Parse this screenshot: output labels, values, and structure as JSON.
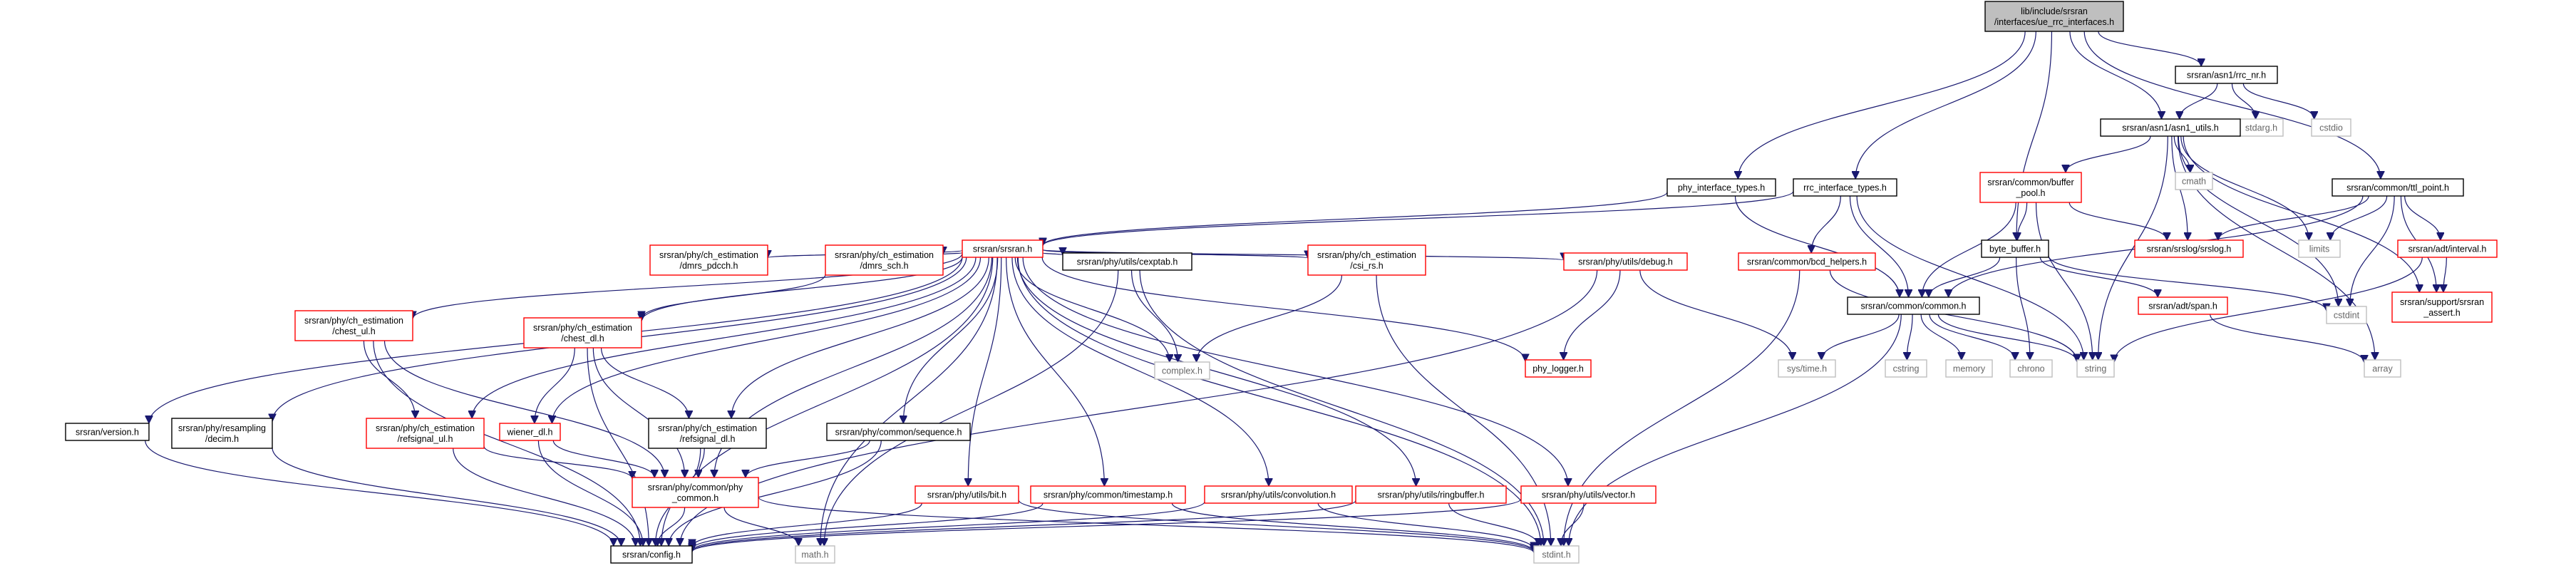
{
  "graph": {
    "title": "lib/include/srsran/interfaces/ue_rrc_interfaces.h",
    "nodes": [
      {
        "id": "root",
        "lines": [
          "lib/include/srsran",
          "/interfaces/ue_rrc_interfaces.h"
        ],
        "style": "root"
      },
      {
        "id": "rrc_nr",
        "lines": [
          "srsran/asn1/rrc_nr.h"
        ],
        "style": "black"
      },
      {
        "id": "stdarg",
        "lines": [
          "stdarg.h"
        ],
        "style": "gray"
      },
      {
        "id": "cstdio",
        "lines": [
          "cstdio"
        ],
        "style": "gray"
      },
      {
        "id": "asn1_utils",
        "lines": [
          "srsran/asn1/asn1_utils.h"
        ],
        "style": "black"
      },
      {
        "id": "cmath",
        "lines": [
          "cmath"
        ],
        "style": "gray"
      },
      {
        "id": "buffer_pool",
        "lines": [
          "srsran/common/buffer",
          "_pool.h"
        ],
        "style": "red"
      },
      {
        "id": "ttl_point",
        "lines": [
          "srsran/common/ttl_point.h"
        ],
        "style": "black"
      },
      {
        "id": "phy_interface_types",
        "lines": [
          "phy_interface_types.h"
        ],
        "style": "black"
      },
      {
        "id": "rrc_interface_types",
        "lines": [
          "rrc_interface_types.h"
        ],
        "style": "black"
      },
      {
        "id": "byte_buffer",
        "lines": [
          "byte_buffer.h"
        ],
        "style": "black"
      },
      {
        "id": "srslog",
        "lines": [
          "srsran/srslog/srslog.h"
        ],
        "style": "red"
      },
      {
        "id": "limits",
        "lines": [
          "limits"
        ],
        "style": "gray"
      },
      {
        "id": "interval",
        "lines": [
          "srsran/adt/interval.h"
        ],
        "style": "red"
      },
      {
        "id": "srsran_h",
        "lines": [
          "srsran/srsran.h"
        ],
        "style": "red"
      },
      {
        "id": "dmrs_pdcch",
        "lines": [
          "srsran/phy/ch_estimation",
          "/dmrs_pdcch.h"
        ],
        "style": "red"
      },
      {
        "id": "dmrs_sch",
        "lines": [
          "srsran/phy/ch_estimation",
          "/dmrs_sch.h"
        ],
        "style": "red"
      },
      {
        "id": "cexptab",
        "lines": [
          "srsran/phy/utils/cexptab.h"
        ],
        "style": "black"
      },
      {
        "id": "csi_rs",
        "lines": [
          "srsran/phy/ch_estimation",
          "/csi_rs.h"
        ],
        "style": "red"
      },
      {
        "id": "debug",
        "lines": [
          "srsran/phy/utils/debug.h"
        ],
        "style": "red"
      },
      {
        "id": "bcd_helpers",
        "lines": [
          "srsran/common/bcd_helpers.h"
        ],
        "style": "red"
      },
      {
        "id": "common_h",
        "lines": [
          "srsran/common/common.h"
        ],
        "style": "black"
      },
      {
        "id": "span",
        "lines": [
          "srsran/adt/span.h"
        ],
        "style": "red"
      },
      {
        "id": "cstdint",
        "lines": [
          "cstdint"
        ],
        "style": "gray"
      },
      {
        "id": "srsran_assert",
        "lines": [
          "srsran/support/srsran",
          "_assert.h"
        ],
        "style": "red"
      },
      {
        "id": "chest_ul",
        "lines": [
          "srsran/phy/ch_estimation",
          "/chest_ul.h"
        ],
        "style": "red"
      },
      {
        "id": "chest_dl",
        "lines": [
          "srsran/phy/ch_estimation",
          "/chest_dl.h"
        ],
        "style": "red"
      },
      {
        "id": "complex",
        "lines": [
          "complex.h"
        ],
        "style": "gray"
      },
      {
        "id": "phy_logger",
        "lines": [
          "phy_logger.h"
        ],
        "style": "red"
      },
      {
        "id": "sys_time",
        "lines": [
          "sys/time.h"
        ],
        "style": "gray"
      },
      {
        "id": "cstring",
        "lines": [
          "cstring"
        ],
        "style": "gray"
      },
      {
        "id": "memory",
        "lines": [
          "memory"
        ],
        "style": "gray"
      },
      {
        "id": "chrono",
        "lines": [
          "chrono"
        ],
        "style": "gray"
      },
      {
        "id": "string",
        "lines": [
          "string"
        ],
        "style": "gray"
      },
      {
        "id": "array",
        "lines": [
          "array"
        ],
        "style": "gray"
      },
      {
        "id": "version",
        "lines": [
          "srsran/version.h"
        ],
        "style": "black"
      },
      {
        "id": "decim",
        "lines": [
          "srsran/phy/resampling",
          "/decim.h"
        ],
        "style": "black"
      },
      {
        "id": "refsignal_ul",
        "lines": [
          "srsran/phy/ch_estimation",
          "/refsignal_ul.h"
        ],
        "style": "red"
      },
      {
        "id": "wiener_dl",
        "lines": [
          "wiener_dl.h"
        ],
        "style": "red"
      },
      {
        "id": "refsignal_dl",
        "lines": [
          "srsran/phy/ch_estimation",
          "/refsignal_dl.h"
        ],
        "style": "black"
      },
      {
        "id": "sequence",
        "lines": [
          "srsran/phy/common/sequence.h"
        ],
        "style": "black"
      },
      {
        "id": "phy_common",
        "lines": [
          "srsran/phy/common/phy",
          "_common.h"
        ],
        "style": "red"
      },
      {
        "id": "bit",
        "lines": [
          "srsran/phy/utils/bit.h"
        ],
        "style": "red"
      },
      {
        "id": "timestamp",
        "lines": [
          "srsran/phy/common/timestamp.h"
        ],
        "style": "red"
      },
      {
        "id": "convolution",
        "lines": [
          "srsran/phy/utils/convolution.h"
        ],
        "style": "red"
      },
      {
        "id": "ringbuffer",
        "lines": [
          "srsran/phy/utils/ringbuffer.h"
        ],
        "style": "red"
      },
      {
        "id": "vector",
        "lines": [
          "srsran/phy/utils/vector.h"
        ],
        "style": "red"
      },
      {
        "id": "config",
        "lines": [
          "srsran/config.h"
        ],
        "style": "black"
      },
      {
        "id": "math",
        "lines": [
          "math.h"
        ],
        "style": "gray"
      },
      {
        "id": "stdint",
        "lines": [
          "stdint.h"
        ],
        "style": "gray"
      }
    ],
    "edges": [
      [
        "root",
        "rrc_nr"
      ],
      [
        "root",
        "asn1_utils"
      ],
      [
        "root",
        "ttl_point"
      ],
      [
        "root",
        "phy_interface_types"
      ],
      [
        "root",
        "rrc_interface_types"
      ],
      [
        "root",
        "byte_buffer"
      ],
      [
        "rrc_nr",
        "stdarg"
      ],
      [
        "rrc_nr",
        "cstdio"
      ],
      [
        "rrc_nr",
        "asn1_utils"
      ],
      [
        "asn1_utils",
        "cmath"
      ],
      [
        "asn1_utils",
        "buffer_pool"
      ],
      [
        "asn1_utils",
        "srslog"
      ],
      [
        "asn1_utils",
        "limits"
      ],
      [
        "asn1_utils",
        "cstdint"
      ],
      [
        "asn1_utils",
        "string"
      ],
      [
        "asn1_utils",
        "srsran_assert"
      ],
      [
        "asn1_utils",
        "array"
      ],
      [
        "buffer_pool",
        "common_h"
      ],
      [
        "buffer_pool",
        "byte_buffer"
      ],
      [
        "buffer_pool",
        "srslog"
      ],
      [
        "buffer_pool",
        "string"
      ],
      [
        "ttl_point",
        "common_h"
      ],
      [
        "ttl_point",
        "srslog"
      ],
      [
        "ttl_point",
        "limits"
      ],
      [
        "ttl_point",
        "interval"
      ],
      [
        "ttl_point",
        "cstdint"
      ],
      [
        "ttl_point",
        "srsran_assert"
      ],
      [
        "interval",
        "srsran_assert"
      ],
      [
        "interval",
        "string"
      ],
      [
        "phy_interface_types",
        "srsran_h"
      ],
      [
        "phy_interface_types",
        "common_h"
      ],
      [
        "rrc_interface_types",
        "srsran_h"
      ],
      [
        "rrc_interface_types",
        "bcd_helpers"
      ],
      [
        "rrc_interface_types",
        "common_h"
      ],
      [
        "rrc_interface_types",
        "string"
      ],
      [
        "byte_buffer",
        "common_h"
      ],
      [
        "byte_buffer",
        "span"
      ],
      [
        "byte_buffer",
        "cstdint"
      ],
      [
        "byte_buffer",
        "chrono"
      ],
      [
        "span",
        "array"
      ],
      [
        "bcd_helpers",
        "string"
      ],
      [
        "bcd_helpers",
        "stdint"
      ],
      [
        "common_h",
        "sys_time"
      ],
      [
        "common_h",
        "cstring"
      ],
      [
        "common_h",
        "memory"
      ],
      [
        "common_h",
        "chrono"
      ],
      [
        "common_h",
        "string"
      ],
      [
        "common_h",
        "stdint"
      ],
      [
        "srsran_h",
        "dmrs_pdcch"
      ],
      [
        "srsran_h",
        "dmrs_sch"
      ],
      [
        "srsran_h",
        "cexptab"
      ],
      [
        "srsran_h",
        "csi_rs"
      ],
      [
        "srsran_h",
        "debug"
      ],
      [
        "srsran_h",
        "chest_ul"
      ],
      [
        "srsran_h",
        "chest_dl"
      ],
      [
        "srsran_h",
        "complex"
      ],
      [
        "srsran_h",
        "phy_logger"
      ],
      [
        "srsran_h",
        "version"
      ],
      [
        "srsran_h",
        "decim"
      ],
      [
        "srsran_h",
        "refsignal_ul"
      ],
      [
        "srsran_h",
        "wiener_dl"
      ],
      [
        "srsran_h",
        "refsignal_dl"
      ],
      [
        "srsran_h",
        "sequence"
      ],
      [
        "srsran_h",
        "phy_common"
      ],
      [
        "srsran_h",
        "bit"
      ],
      [
        "srsran_h",
        "timestamp"
      ],
      [
        "srsran_h",
        "convolution"
      ],
      [
        "srsran_h",
        "ringbuffer"
      ],
      [
        "srsran_h",
        "vector"
      ],
      [
        "srsran_h",
        "config"
      ],
      [
        "srsran_h",
        "math"
      ],
      [
        "srsran_h",
        "stdint"
      ],
      [
        "dmrs_sch",
        "chest_dl"
      ],
      [
        "cexptab",
        "complex"
      ],
      [
        "cexptab",
        "math"
      ],
      [
        "cexptab",
        "stdint"
      ],
      [
        "csi_rs",
        "complex"
      ],
      [
        "csi_rs",
        "stdint"
      ],
      [
        "debug",
        "phy_logger"
      ],
      [
        "debug",
        "sys_time"
      ],
      [
        "debug",
        "config"
      ],
      [
        "chest_ul",
        "refsignal_ul"
      ],
      [
        "chest_ul",
        "phy_common"
      ],
      [
        "chest_ul",
        "config"
      ],
      [
        "chest_dl",
        "wiener_dl"
      ],
      [
        "chest_dl",
        "refsignal_dl"
      ],
      [
        "chest_dl",
        "phy_common"
      ],
      [
        "chest_dl",
        "config"
      ],
      [
        "refsignal_ul",
        "phy_common"
      ],
      [
        "refsignal_ul",
        "config"
      ],
      [
        "wiener_dl",
        "phy_common"
      ],
      [
        "wiener_dl",
        "config"
      ],
      [
        "refsignal_dl",
        "phy_common"
      ],
      [
        "refsignal_dl",
        "config"
      ],
      [
        "version",
        "config"
      ],
      [
        "decim",
        "config"
      ],
      [
        "sequence",
        "phy_common"
      ],
      [
        "sequence",
        "config"
      ],
      [
        "phy_common",
        "config"
      ],
      [
        "phy_common",
        "math"
      ],
      [
        "phy_common",
        "stdint"
      ],
      [
        "bit",
        "config"
      ],
      [
        "bit",
        "stdint"
      ],
      [
        "timestamp",
        "config"
      ],
      [
        "timestamp",
        "stdint"
      ],
      [
        "convolution",
        "config"
      ],
      [
        "convolution",
        "stdint"
      ],
      [
        "ringbuffer",
        "config"
      ],
      [
        "ringbuffer",
        "stdint"
      ],
      [
        "vector",
        "config"
      ],
      [
        "vector",
        "stdint"
      ]
    ]
  }
}
